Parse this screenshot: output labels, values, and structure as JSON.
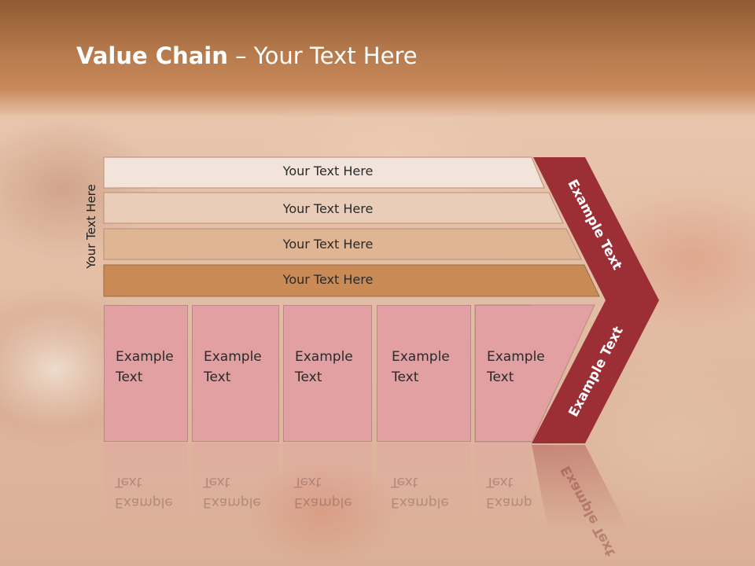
{
  "title": {
    "bold": "Value Chain",
    "rest": " – Your Text Here"
  },
  "side_label": "Your Text Here",
  "bars": [
    {
      "label": "Your Text Here",
      "color": "#f2e4da"
    },
    {
      "label": "Your Text Here",
      "color": "#e9cdb8"
    },
    {
      "label": "Your Text Here",
      "color": "#dfb594"
    },
    {
      "label": "Your Text Here",
      "color": "#c98a55"
    }
  ],
  "boxes": [
    {
      "label": "Example\nText"
    },
    {
      "label": "Example\nText"
    },
    {
      "label": "Example\nText"
    },
    {
      "label": "Example\nText"
    },
    {
      "label": "Example\nText"
    }
  ],
  "chevron": {
    "top_label": "Example Text",
    "bottom_label": "Example Text",
    "color": "#9b2f35"
  },
  "colors": {
    "box_fill": "#e2a0a3",
    "box_border": "#b98a84",
    "title": "#ffffff"
  }
}
